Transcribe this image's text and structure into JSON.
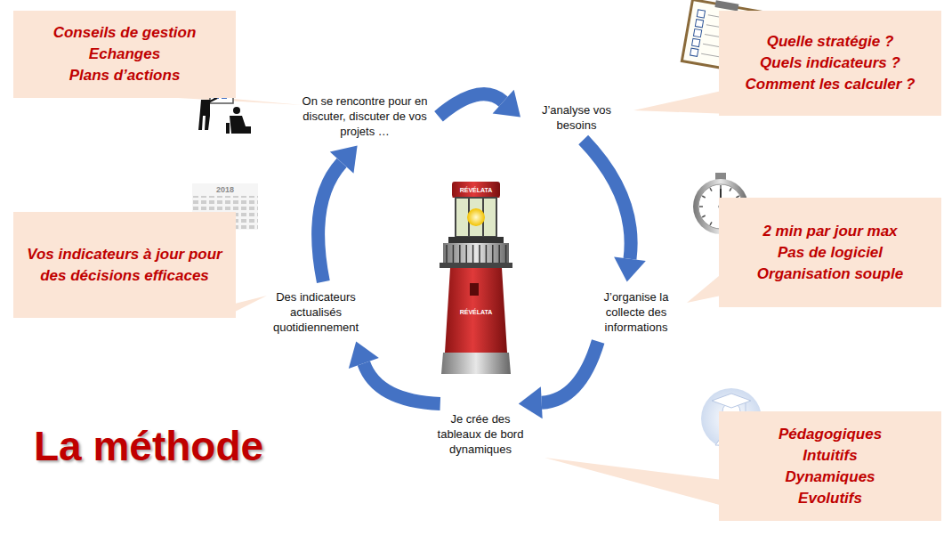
{
  "diagram": {
    "title": "La méthode",
    "nodes": [
      {
        "text": [
          "Conseils de gestion",
          "Echanges",
          "Plans d’actions"
        ]
      },
      {
        "text": [
          "On se rencontre pour en discuter, discuter de vos projets …"
        ]
      },
      {
        "text": [
          "J’analyse vos besoins"
        ]
      },
      {
        "text": [
          "Quelle stratégie ?",
          "Quels indicateurs ?",
          "Comment les calculer ?"
        ]
      },
      {
        "text": [
          "Vos indicateurs à jour pour des décisions efficaces"
        ]
      },
      {
        "text": [
          "Des indicateurs actualisés quotidiennement"
        ]
      },
      {
        "text": [
          "J’organise la collecte des informations"
        ]
      },
      {
        "text": [
          "2 min par jour max",
          "Pas de logiciel",
          "Organisation souple"
        ]
      },
      {
        "text": [
          "Je crée des tableaux de bord dynamiques"
        ]
      },
      {
        "text": [
          "Pédagogiques",
          "Intuitifs",
          "Dynamiques",
          "Evolutifs"
        ]
      }
    ],
    "edges": [
      {
        "from": 1,
        "to": 2,
        "arrow": "to"
      },
      {
        "from": 2,
        "to": 6,
        "arrow": "to"
      },
      {
        "from": 6,
        "to": 8,
        "arrow": "to"
      },
      {
        "from": 8,
        "to": 5,
        "arrow": "to"
      },
      {
        "from": 5,
        "to": 1,
        "arrow": "to"
      }
    ],
    "labels": [
      "RÉVÉLATA",
      "RÉVÉLATA",
      "2018"
    ]
  }
}
